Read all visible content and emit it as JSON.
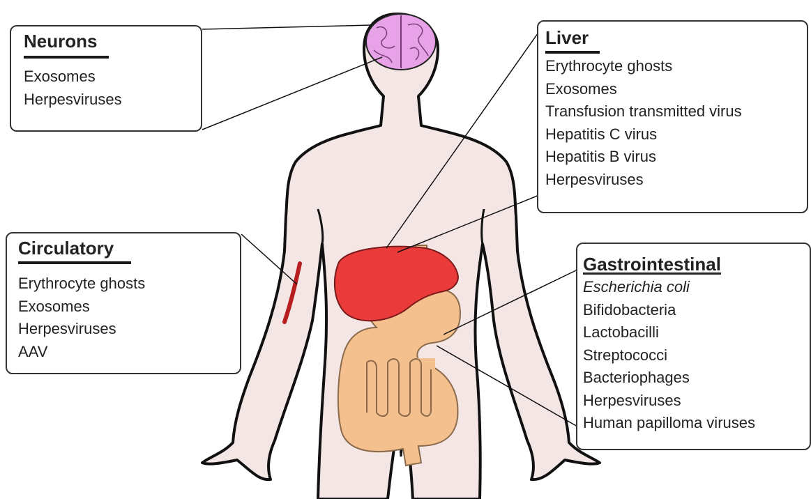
{
  "diagram": {
    "colors": {
      "body_fill": "#f5e6e6",
      "outline": "#111111",
      "brain": "#e8a2e8",
      "liver": "#ea3a3a",
      "intestine": "#f4c08e",
      "vessel": "#b81e1e",
      "box_border": "#333333"
    },
    "boxes": {
      "neurons": {
        "title": "Neurons",
        "items": [
          "Exosomes",
          "Herpesviruses"
        ]
      },
      "liver": {
        "title": "Liver",
        "items": [
          "Erythrocyte ghosts",
          "Exosomes",
          "Transfusion transmitted virus",
          "Hepatitis C virus",
          "Hepatitis B virus",
          "Herpesviruses"
        ]
      },
      "circulatory": {
        "title": "Circulatory",
        "items": [
          "Erythrocyte ghosts",
          "Exosomes",
          "Herpesviruses",
          "AAV"
        ]
      },
      "gastrointestinal": {
        "title": "Gastrointestinal",
        "items": [
          "Escherichia coli",
          "Bifidobacteria",
          "Lactobacilli",
          "Streptococci",
          "Bacteriophages",
          "Herpesviruses",
          "Human papilloma viruses"
        ]
      }
    }
  }
}
